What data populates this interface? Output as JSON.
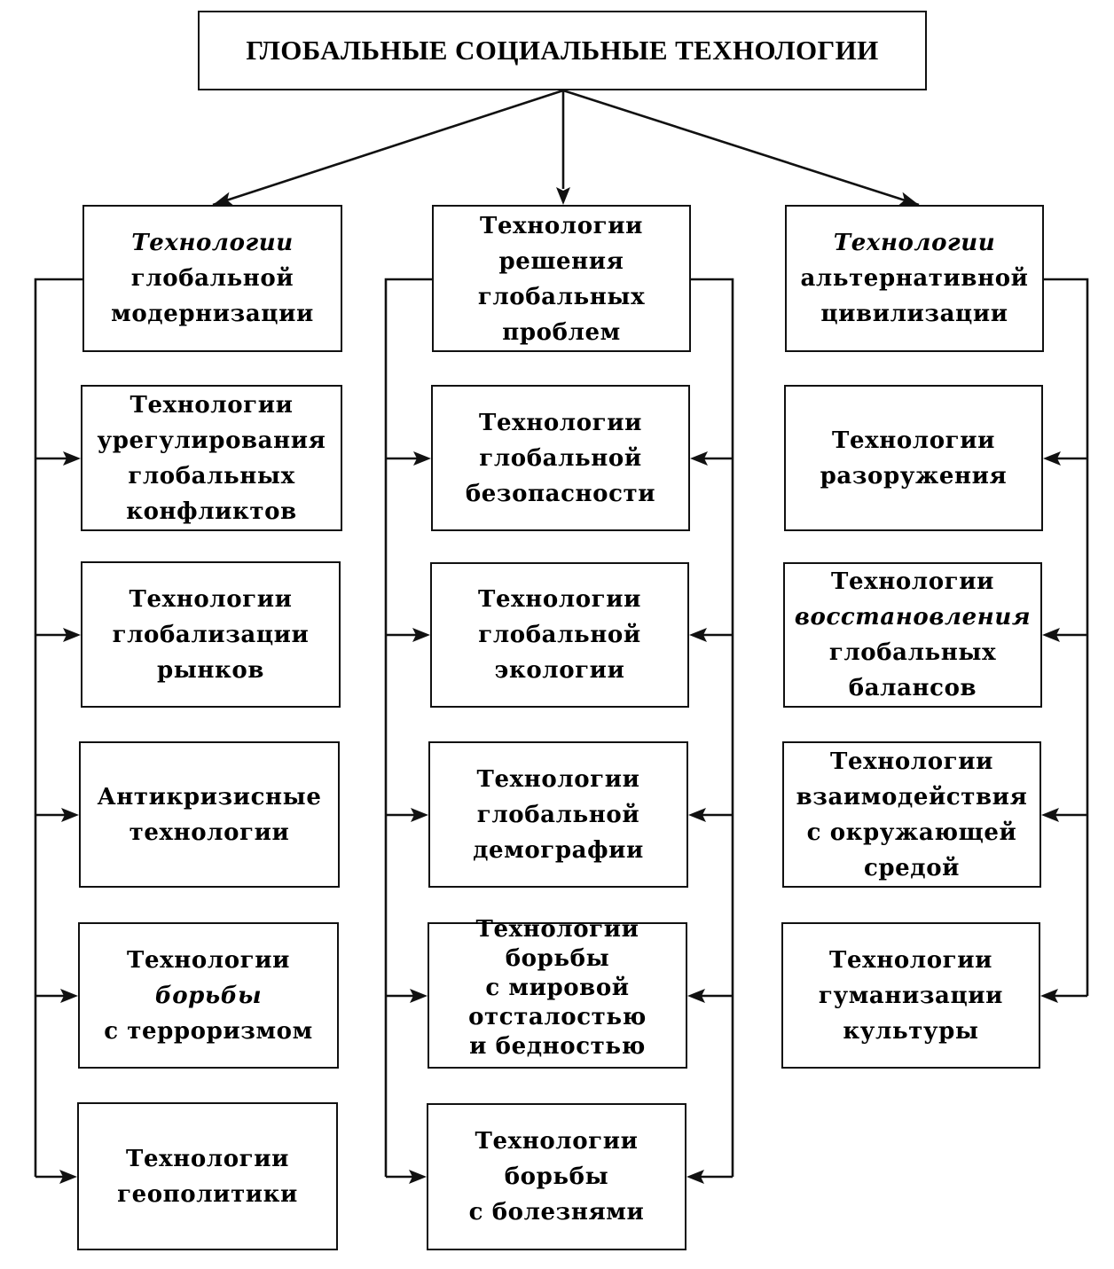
{
  "diagram": {
    "root": {
      "lines": [
        {
          "text": "ГЛОБАЛЬНЫЕ СОЦИАЛЬНЫЕ ТЕХНОЛОГИИ",
          "italic": false
        }
      ]
    },
    "columns": [
      {
        "id": "col1",
        "header": {
          "lines": [
            {
              "text": "Технологии",
              "italic": true
            },
            {
              "text": "глобальной",
              "italic": false
            },
            {
              "text": "модернизации",
              "italic": false
            }
          ]
        },
        "items": [
          {
            "lines": [
              {
                "text": "Технологии",
                "italic": false
              },
              {
                "text": "урегулирования",
                "italic": false
              },
              {
                "text": "глобальных",
                "italic": false
              },
              {
                "text": "конфликтов",
                "italic": false
              }
            ]
          },
          {
            "lines": [
              {
                "text": "Технологии",
                "italic": false
              },
              {
                "text": "глобализации",
                "italic": false
              },
              {
                "text": "рынков",
                "italic": false
              }
            ]
          },
          {
            "lines": [
              {
                "text": "Антикризисные",
                "italic": false
              },
              {
                "text": "технологии",
                "italic": false
              }
            ]
          },
          {
            "lines": [
              {
                "text": "Технологии",
                "italic": false
              },
              {
                "text": "борьбы",
                "italic": true
              },
              {
                "text": "с терроризмом",
                "italic": false
              }
            ]
          },
          {
            "lines": [
              {
                "text": "Технологии",
                "italic": false
              },
              {
                "text": "геополитики",
                "italic": false
              }
            ]
          }
        ]
      },
      {
        "id": "col2",
        "header": {
          "lines": [
            {
              "text": "Технологии",
              "italic": false
            },
            {
              "text": "решения",
              "italic": false
            },
            {
              "text": "глобальных",
              "italic": false
            },
            {
              "text": "проблем",
              "italic": false
            }
          ]
        },
        "items": [
          {
            "lines": [
              {
                "text": "Технологии",
                "italic": false
              },
              {
                "text": "глобальной",
                "italic": false
              },
              {
                "text": "безопасности",
                "italic": false
              }
            ]
          },
          {
            "lines": [
              {
                "text": "Технологии",
                "italic": false
              },
              {
                "text": "глобальной",
                "italic": false
              },
              {
                "text": "экологии",
                "italic": false
              }
            ]
          },
          {
            "lines": [
              {
                "text": "Технологии",
                "italic": false
              },
              {
                "text": "глобальной",
                "italic": false
              },
              {
                "text": "демографии",
                "italic": false
              }
            ]
          },
          {
            "lines": [
              {
                "text": "Технологии",
                "italic": false
              },
              {
                "text": "борьбы",
                "italic": false
              },
              {
                "text": "с мировой",
                "italic": false
              },
              {
                "text": "отсталостью",
                "italic": false
              },
              {
                "text": "и бедностью",
                "italic": false
              }
            ]
          },
          {
            "lines": [
              {
                "text": "Технологии",
                "italic": false
              },
              {
                "text": "борьбы",
                "italic": false
              },
              {
                "text": "с болезнями",
                "italic": false
              }
            ]
          }
        ]
      },
      {
        "id": "col3",
        "header": {
          "lines": [
            {
              "text": "Технологии",
              "italic": true
            },
            {
              "text": "альтернативной",
              "italic": false
            },
            {
              "text": "цивилизации",
              "italic": false
            }
          ]
        },
        "items": [
          {
            "lines": [
              {
                "text": "Технологии",
                "italic": false
              },
              {
                "text": "разоружения",
                "italic": false
              }
            ]
          },
          {
            "lines": [
              {
                "text": "Технологии",
                "italic": false
              },
              {
                "text": "восстановления",
                "italic": true
              },
              {
                "text": "глобальных",
                "italic": false
              },
              {
                "text": "балансов",
                "italic": false
              }
            ]
          },
          {
            "lines": [
              {
                "text": "Технологии",
                "italic": false
              },
              {
                "text": "взаимодействия",
                "italic": false
              },
              {
                "text": "с окружающей",
                "italic": false
              },
              {
                "text": "средой",
                "italic": false
              }
            ]
          },
          {
            "lines": [
              {
                "text": "Технологии",
                "italic": false
              },
              {
                "text": "гуманизации",
                "italic": false
              },
              {
                "text": "культуры",
                "italic": false
              }
            ]
          }
        ]
      }
    ],
    "edges": [
      {
        "from": "root",
        "to": "col1-head"
      },
      {
        "from": "root",
        "to": "col2-head"
      },
      {
        "from": "root",
        "to": "col3-head"
      },
      {
        "from": "col1-head",
        "to": "col1-item0"
      },
      {
        "from": "col1-head",
        "to": "col1-item1"
      },
      {
        "from": "col1-head",
        "to": "col1-item2"
      },
      {
        "from": "col1-head",
        "to": "col1-item3"
      },
      {
        "from": "col1-head",
        "to": "col1-item4"
      },
      {
        "from": "col2-head",
        "to": "col2-item0"
      },
      {
        "from": "col2-head",
        "to": "col2-item1"
      },
      {
        "from": "col2-head",
        "to": "col2-item2"
      },
      {
        "from": "col2-head",
        "to": "col2-item3"
      },
      {
        "from": "col2-head",
        "to": "col2-item4"
      },
      {
        "from": "col3-head",
        "to": "col3-item0"
      },
      {
        "from": "col3-head",
        "to": "col3-item1"
      },
      {
        "from": "col3-head",
        "to": "col3-item2"
      },
      {
        "from": "col3-head",
        "to": "col3-item3"
      }
    ],
    "colors": {
      "ink": "#111111",
      "background": "#ffffff"
    }
  }
}
